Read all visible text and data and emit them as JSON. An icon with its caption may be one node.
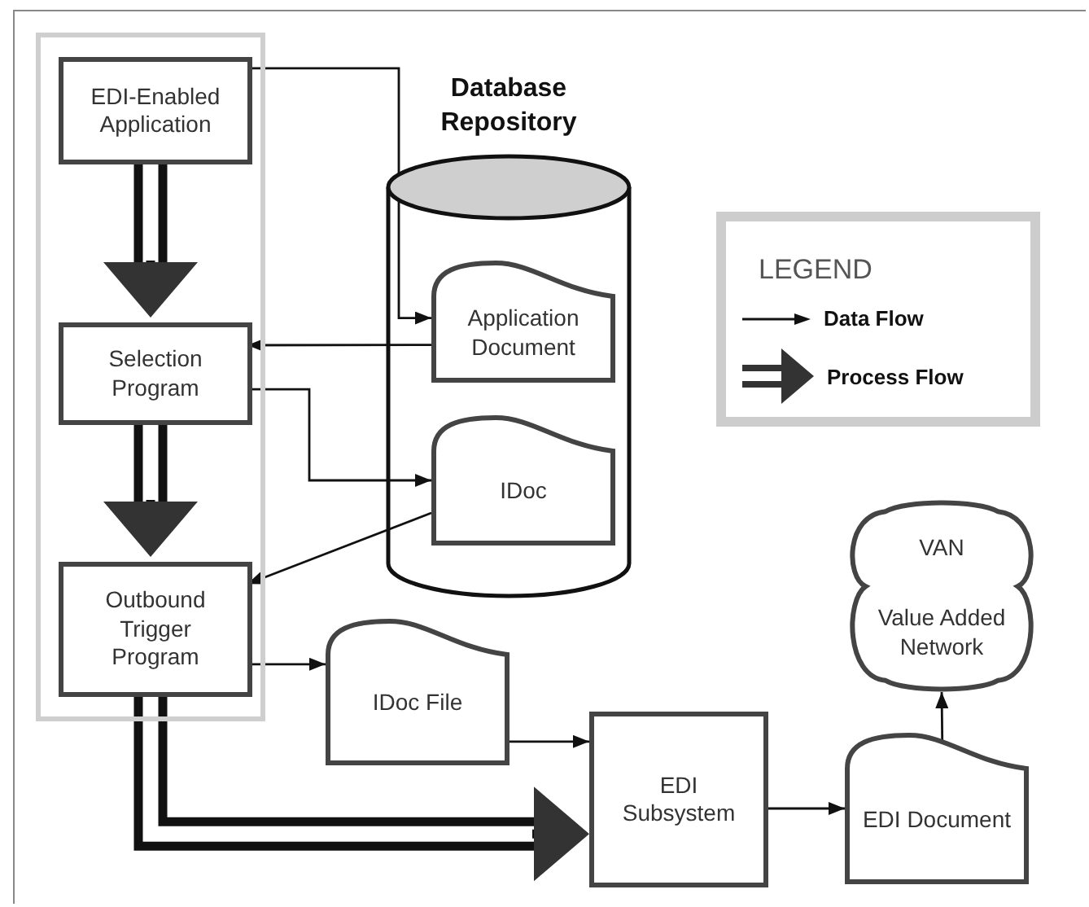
{
  "diagram": {
    "nodes": [
      {
        "text": [],
        "shape": "box"
      },
      {
        "text": [
          "EDI-Enabled Application"
        ],
        "in": 0
      },
      {
        "text": [
          "Selection Program"
        ],
        "in": 0
      },
      {
        "text": [
          "Outbound Trigger Program"
        ],
        "in": 0
      },
      {
        "text": [
          "Database Repository"
        ]
      },
      {
        "text": [
          "Application Document"
        ],
        "in": 4
      },
      {
        "text": [
          "IDoc"
        ],
        "in": 4
      },
      {
        "text": [
          "IDoc File"
        ]
      },
      {
        "text": [
          "EDI Subsystem"
        ]
      },
      {
        "text": [
          "EDI Document"
        ]
      },
      {
        "text": [
          "VAN",
          "Value Added Network"
        ]
      }
    ],
    "edges": [
      {
        "from": 1,
        "to": 5,
        "arrow": "to"
      },
      {
        "from": 5,
        "to": 2,
        "arrow": "to"
      },
      {
        "from": 2,
        "to": 6,
        "arrow": "to"
      },
      {
        "from": 6,
        "to": 3,
        "arrow": "to"
      },
      {
        "from": 3,
        "to": 7,
        "arrow": "to"
      },
      {
        "from": 7,
        "to": 8,
        "arrow": "to"
      },
      {
        "from": 8,
        "to": 9,
        "arrow": "to"
      },
      {
        "from": 9,
        "to": 10,
        "arrow": "to"
      },
      {
        "from": 1,
        "to": 2,
        "arrow": "to",
        "style": "thick"
      },
      {
        "from": 2,
        "to": 3,
        "arrow": "to",
        "style": "thick"
      },
      {
        "from": 3,
        "to": 8,
        "arrow": "to",
        "style": "thick"
      }
    ],
    "labels": [
      "LEGEND"
    ],
    "legend": [
      {
        "text": "Data Flow"
      },
      {
        "text": "Process Flow"
      }
    ]
  }
}
